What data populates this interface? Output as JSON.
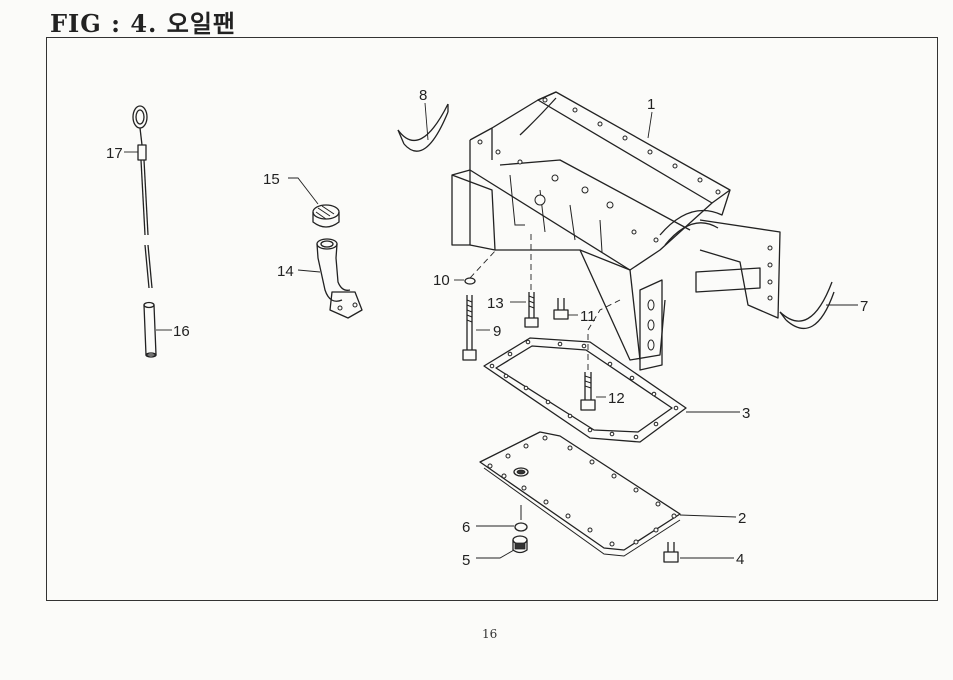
{
  "title": "FIG : 4. 오일팬",
  "page_number": "16",
  "callouts": [
    {
      "id": "1",
      "label": "1"
    },
    {
      "id": "2",
      "label": "2"
    },
    {
      "id": "3",
      "label": "3"
    },
    {
      "id": "4",
      "label": "4"
    },
    {
      "id": "5",
      "label": "5"
    },
    {
      "id": "6",
      "label": "6"
    },
    {
      "id": "7",
      "label": "7"
    },
    {
      "id": "8",
      "label": "8"
    },
    {
      "id": "9",
      "label": "9"
    },
    {
      "id": "10",
      "label": "10"
    },
    {
      "id": "11",
      "label": "11"
    },
    {
      "id": "12",
      "label": "12"
    },
    {
      "id": "13",
      "label": "13"
    },
    {
      "id": "14",
      "label": "14"
    },
    {
      "id": "15",
      "label": "15"
    },
    {
      "id": "16",
      "label": "16"
    },
    {
      "id": "17",
      "label": "17"
    }
  ]
}
